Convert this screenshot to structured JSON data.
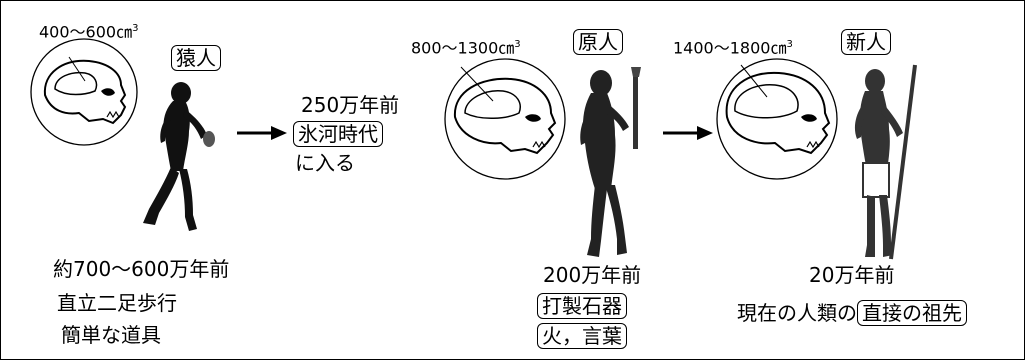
{
  "stage1": {
    "volume": "400〜600㎝",
    "volume_sup": "3",
    "name": "猿人",
    "period": "約700〜600万年前",
    "trait1": "直立二足歩行",
    "trait2": "簡単な道具"
  },
  "ice_age": {
    "time": "250万年前",
    "term": "氷河時代",
    "suffix": "に入る"
  },
  "stage2": {
    "volume": "800〜1300㎝",
    "volume_sup": "3",
    "name": "原人",
    "period": "200万年前",
    "tool": "打製石器",
    "fire_language": "火，言葉"
  },
  "stage3": {
    "volume": "1400〜1800㎝",
    "volume_sup": "3",
    "name": "新人",
    "period": "20万年前",
    "desc_prefix": "現在の人類の",
    "desc_term": "直接の祖先"
  },
  "arrow_glyph": "→",
  "colors": {
    "ink": "#000000",
    "paper": "#ffffff"
  },
  "icons": [
    "skull-ape-icon",
    "australopithecus-figure",
    "skull-erectus-icon",
    "homo-erectus-figure",
    "skull-modern-icon",
    "homo-sapiens-figure",
    "right-arrow-icon"
  ]
}
